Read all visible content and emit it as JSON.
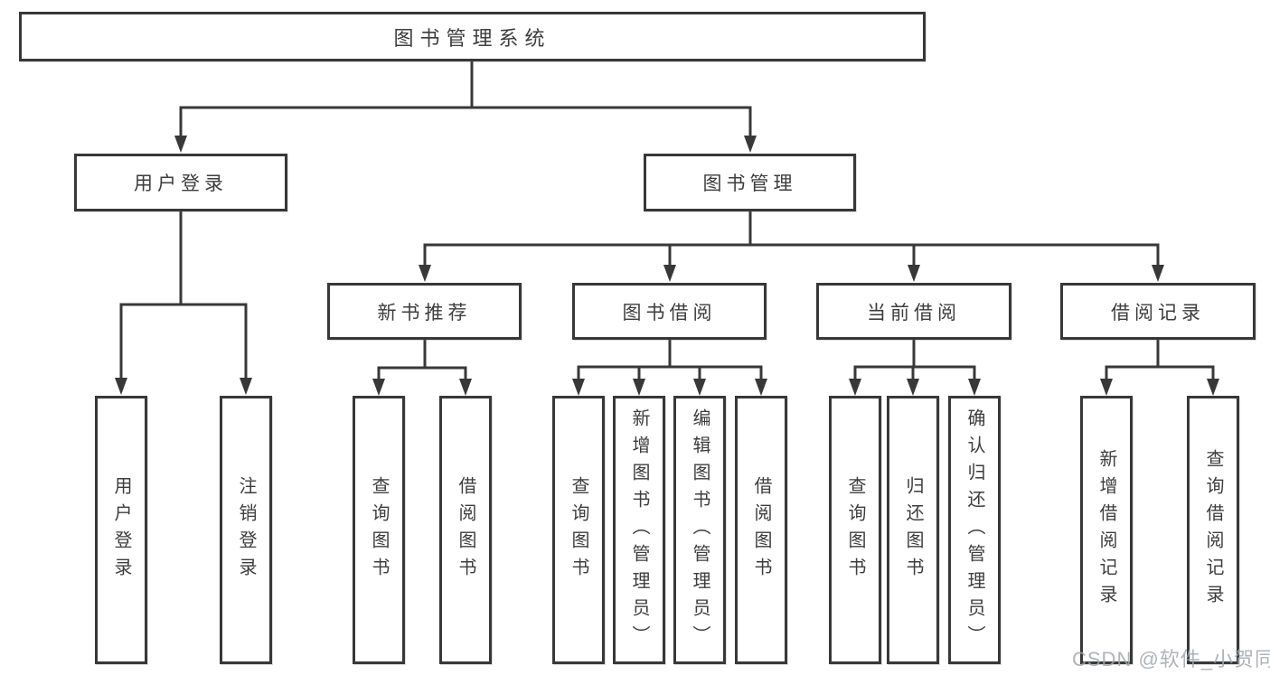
{
  "diagram": {
    "root": {
      "label": "图书管理系统"
    },
    "branches": [
      {
        "label": "用户登录",
        "leaves": [
          "用户登录",
          "注销登录"
        ]
      },
      {
        "label": "图书管理",
        "groups": [
          {
            "label": "新书推荐",
            "leaves": [
              "查询图书",
              "借阅图书"
            ]
          },
          {
            "label": "图书借阅",
            "leaves": [
              "查询图书",
              "新增图书（管理员）",
              "编辑图书（管理员）",
              "借阅图书"
            ]
          },
          {
            "label": "当前借阅",
            "leaves": [
              "查询图书",
              "归还图书",
              "确认归还（管理员）"
            ]
          },
          {
            "label": "借阅记录",
            "leaves": [
              "新增借阅记录",
              "查询借阅记录"
            ]
          }
        ]
      }
    ]
  },
  "watermark": "CSDN @软件_小贺同学",
  "colors": {
    "line": "#383838",
    "box_border": "#383838",
    "text": "#3d3d3d",
    "background": "#ffffff",
    "watermark": "#a2a6ad"
  }
}
